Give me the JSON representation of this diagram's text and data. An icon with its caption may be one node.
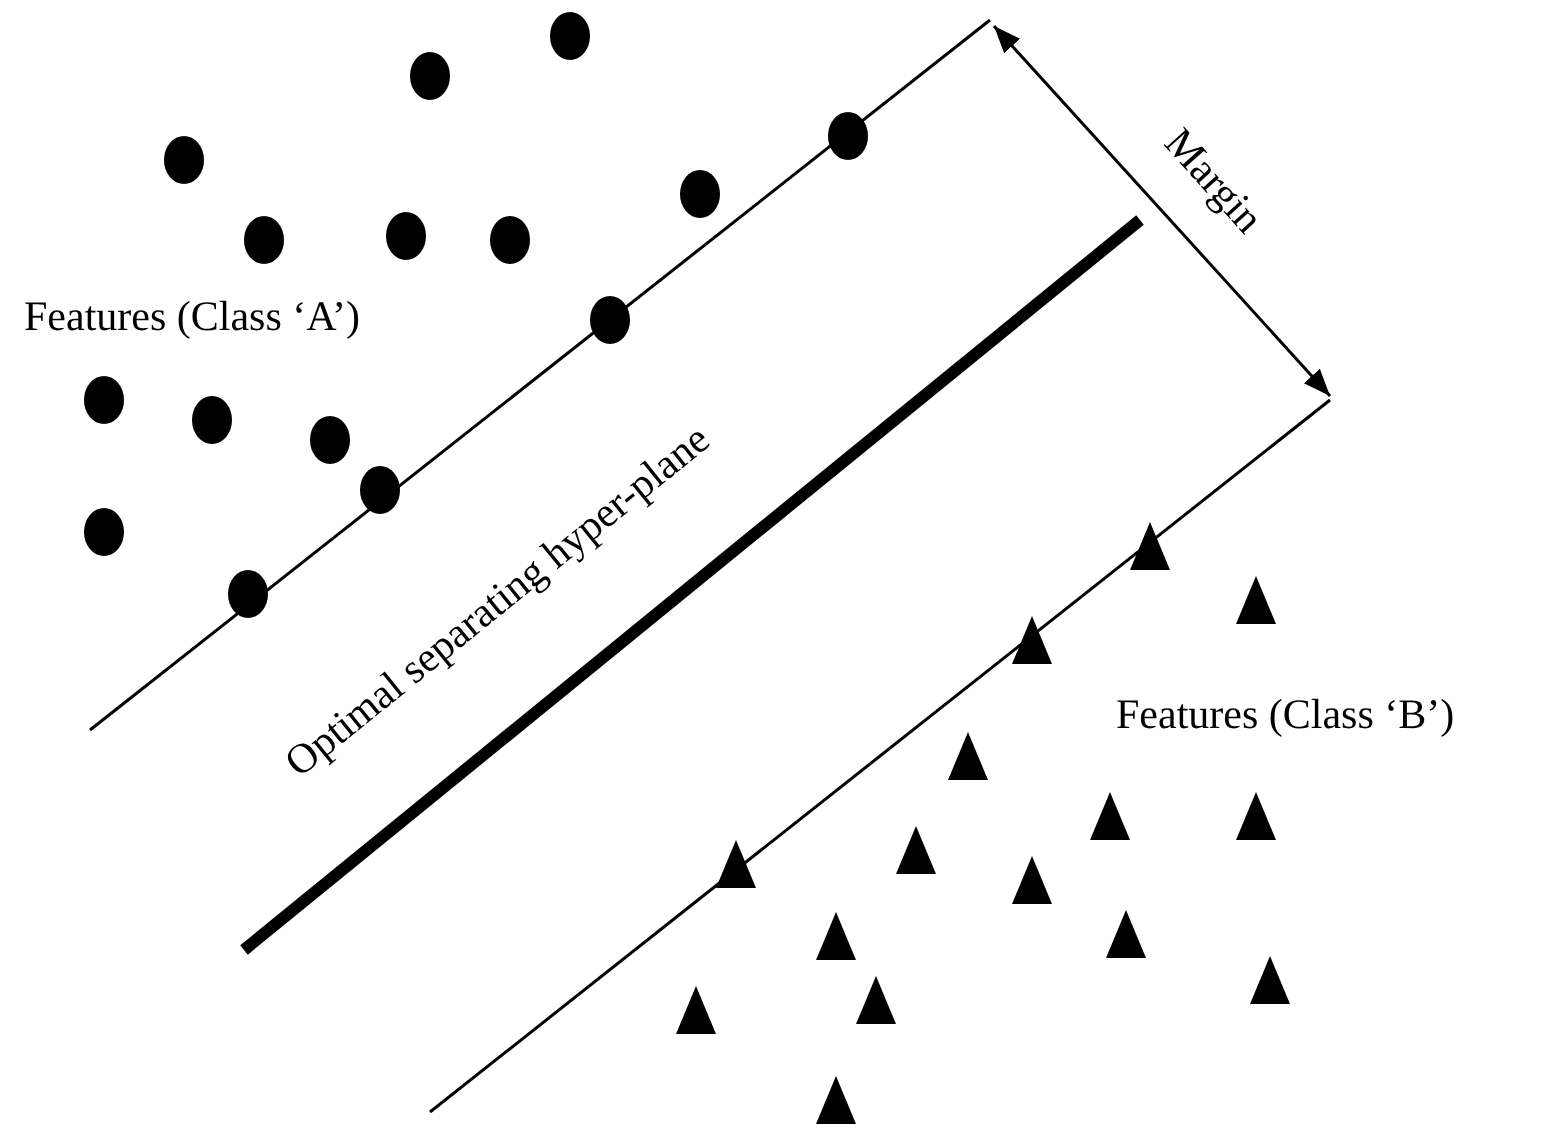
{
  "diagram": {
    "labels": [
      "Features (Class ‘A’)",
      "Margin",
      "Optimal separating hyper-plane",
      "Features (Class ‘B’)"
    ]
  }
}
